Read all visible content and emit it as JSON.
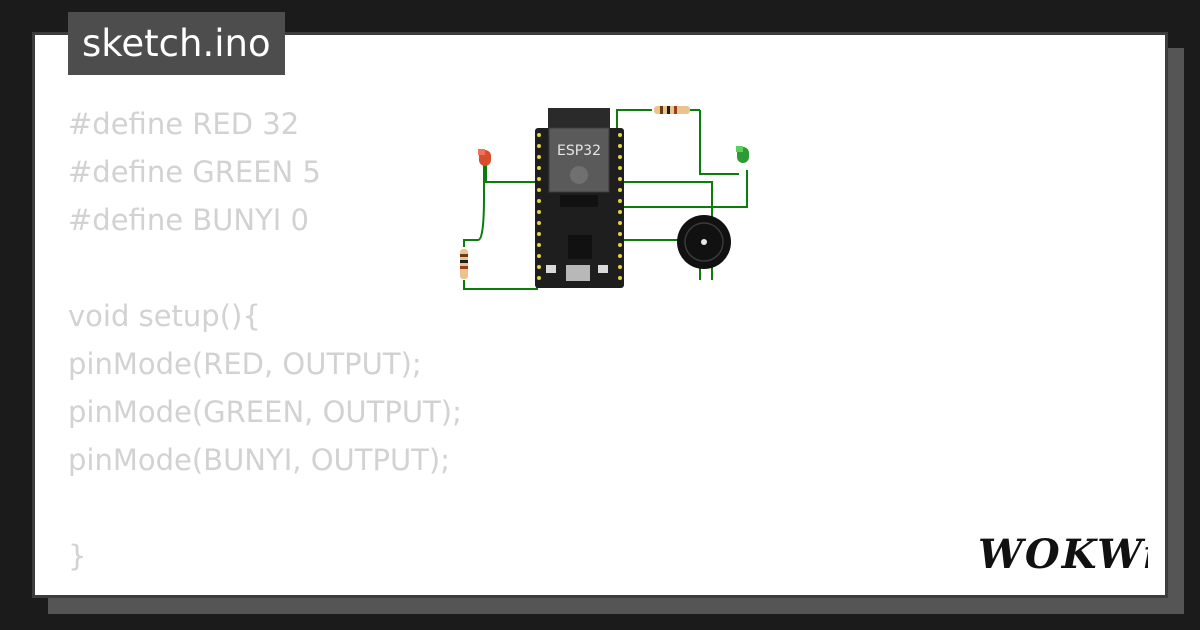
{
  "file_tab": {
    "name": "sketch.ino"
  },
  "code_lines": [
    "#define RED 32",
    "#define GREEN 5",
    "#define BUNYI 0",
    "",
    "void setup(){",
    "pinMode(RED, OUTPUT);",
    "pinMode(GREEN, OUTPUT);",
    "pinMode(BUNYI, OUTPUT);",
    "",
    "}"
  ],
  "board": {
    "label": "ESP32"
  },
  "brand": {
    "logo_text": "WOKWi"
  },
  "colors": {
    "background": "#1b1b1b",
    "card": "#ffffff",
    "tab": "#4d4d4d",
    "code_text": "#d2d2d2",
    "wire": "#0a7d0a",
    "board": "#1e1e1e"
  },
  "icons": {
    "led_red": "red-led-icon",
    "led_green": "green-led-icon",
    "buzzer": "buzzer-icon",
    "resistor": "resistor-icon"
  }
}
